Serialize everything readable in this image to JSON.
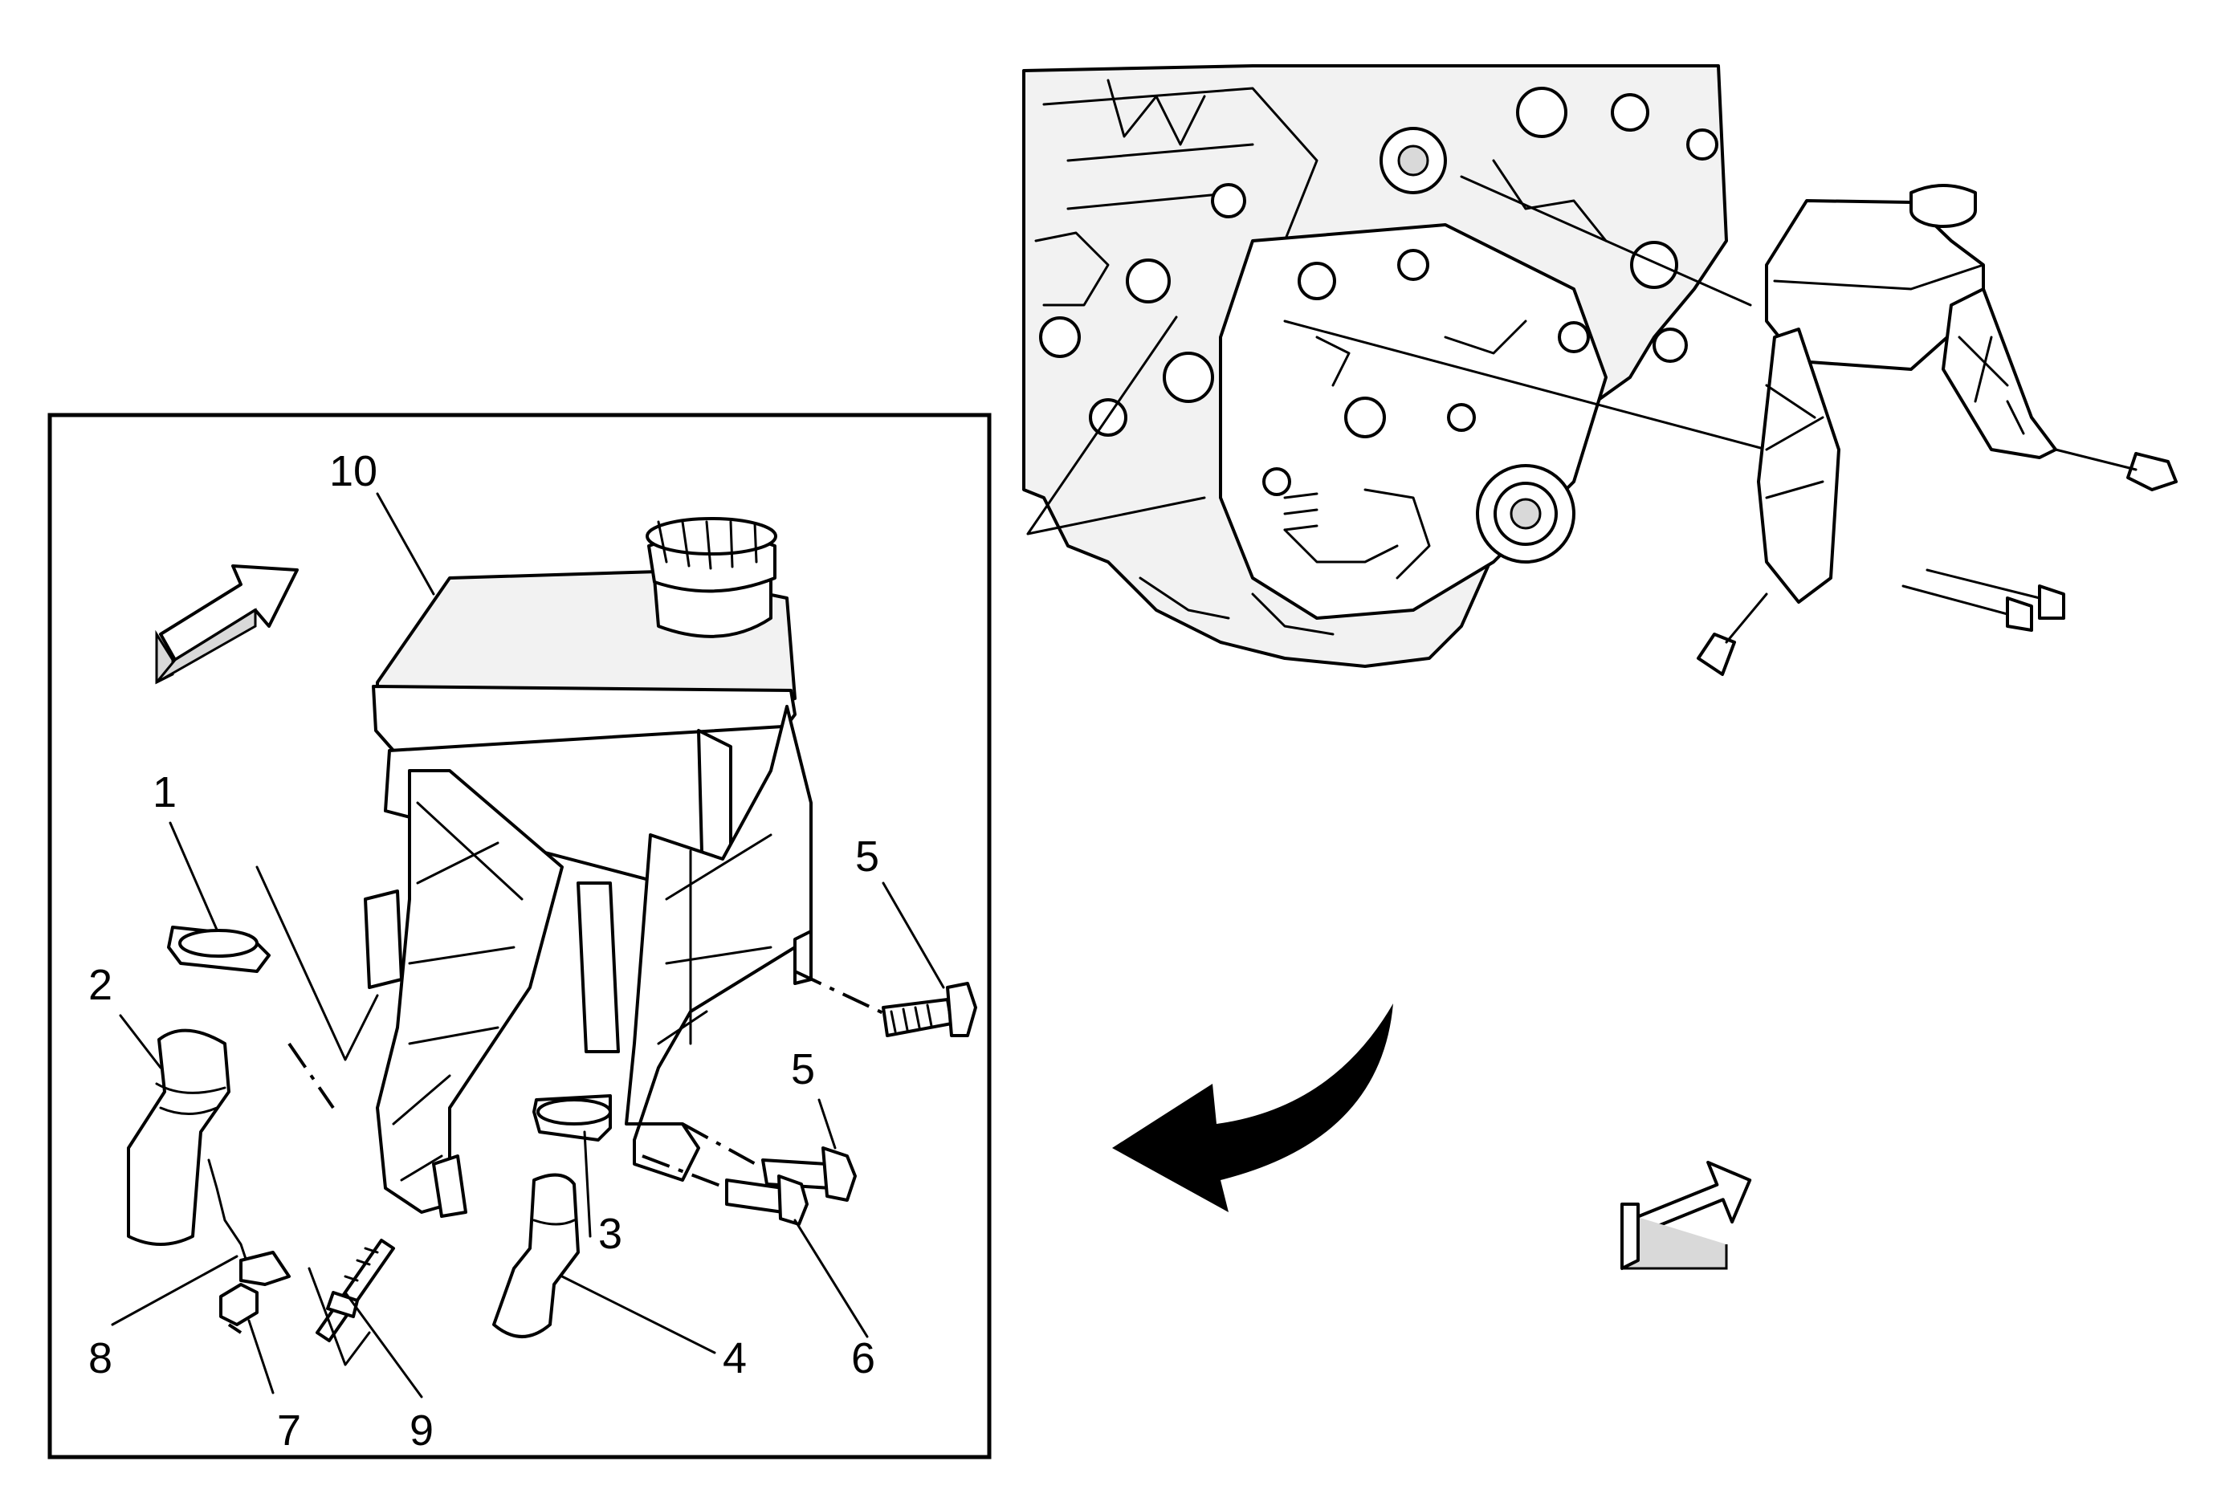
{
  "callouts": [
    {
      "id": "1",
      "label": "1"
    },
    {
      "id": "2",
      "label": "2"
    },
    {
      "id": "3",
      "label": "3"
    },
    {
      "id": "4",
      "label": "4"
    },
    {
      "id": "5a",
      "label": "5"
    },
    {
      "id": "5b",
      "label": "5"
    },
    {
      "id": "6",
      "label": "6"
    },
    {
      "id": "7",
      "label": "7"
    },
    {
      "id": "8",
      "label": "8"
    },
    {
      "id": "9",
      "label": "9"
    },
    {
      "id": "10",
      "label": "10"
    }
  ],
  "icons": {
    "forward_arrow": "direction-arrow-icon",
    "view_arrow": "curved-arrow-icon"
  },
  "colors": {
    "line": "#000000",
    "background": "#ffffff"
  }
}
